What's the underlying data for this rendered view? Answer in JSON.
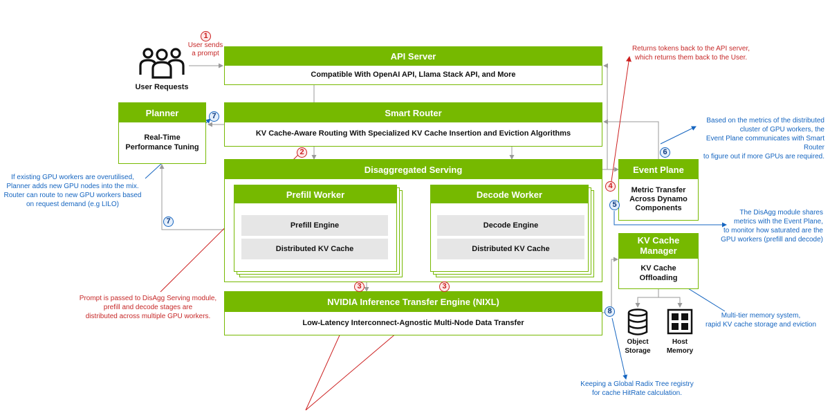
{
  "api_server": {
    "title": "API Server",
    "subtitle": "Compatible With OpenAI API, Llama Stack API, and More"
  },
  "smart_router": {
    "title": "Smart Router",
    "subtitle": "KV Cache-Aware Routing With Specialized KV Cache Insertion and Eviction Algorithms"
  },
  "planner": {
    "title": "Planner",
    "line1": "Real-Time",
    "line2": "Performance Tuning"
  },
  "disagg": {
    "title": "Disaggregated Serving"
  },
  "prefill_worker": {
    "title": "Prefill Worker",
    "engine": "Prefill Engine",
    "cache": "Distributed KV Cache"
  },
  "decode_worker": {
    "title": "Decode Worker",
    "engine": "Decode Engine",
    "cache": "Distributed KV Cache"
  },
  "event_plane": {
    "title": "Event Plane",
    "line1": "Metric Transfer",
    "line2": "Across Dynamo",
    "line3": "Components"
  },
  "kv_manager": {
    "title_line1": "KV Cache",
    "title_line2": "Manager",
    "line1": "KV Cache",
    "line2": "Offloading"
  },
  "nixl": {
    "title": "NVIDIA Inference Transfer Engine (NIXL)",
    "subtitle": "Low-Latency Interconnect-Agnostic Multi-Node Data Transfer"
  },
  "user_requests": "User Requests",
  "object_storage": {
    "line1": "Object",
    "line2": "Storage"
  },
  "host_memory": {
    "line1": "Host",
    "line2": "Memory"
  },
  "badges": {
    "b1": "1",
    "b2": "2",
    "b3": "3",
    "b4": "4",
    "b5": "5",
    "b6": "6",
    "b7": "7",
    "b8": "8"
  },
  "notes": {
    "user_sends": [
      "User sends",
      "a prompt"
    ],
    "returns": [
      "Returns tokens back to the API server,",
      "which returns them back to the User."
    ],
    "event_metrics": [
      "Based on the metrics of the distributed",
      "cluster of GPU workers, the",
      "Event Plane communicates with Smart Router",
      "to figure out if more GPUs are required."
    ],
    "planner_note": [
      "If existing GPU workers are overutilised,",
      "Planner adds new GPU nodes into the mix.",
      "Router can route to new GPU workers based",
      "on request demand (e.g LILO)"
    ],
    "disagg_shares": [
      "The DisAgg module shares",
      "metrics with the Event Plane,",
      "to monitor how saturated are the",
      "GPU workers (prefill and decode)"
    ],
    "prompt_passed": [
      "Prompt is passed to DisAgg Serving module,",
      "prefill and decode stages are",
      "distributed across multiple GPU workers."
    ],
    "multi_tier": [
      "Multi-tier memory system,",
      "rapid KV cache storage and eviction"
    ],
    "radix": [
      "Keeping a Global Radix Tree registry",
      "for cache HitRate calculation."
    ]
  },
  "colors": {
    "accent": "#76b900",
    "red": "#c62828",
    "blue": "#1565c0",
    "gray_fill": "#e6e6e6"
  },
  "icons": [
    "users-icon",
    "database-icon",
    "memory-chip-icon"
  ]
}
